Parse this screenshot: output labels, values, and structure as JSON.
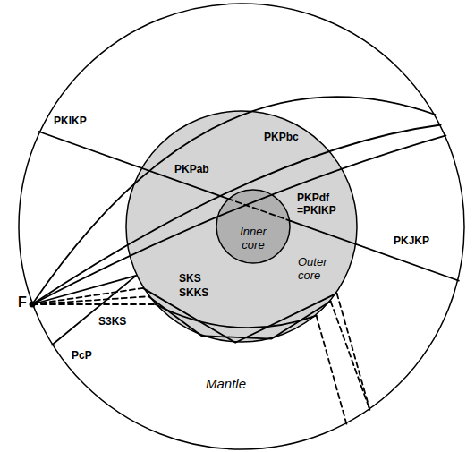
{
  "diagram": {
    "nodes": [
      {
        "text": [
          "Mantle"
        ]
      },
      {
        "text": [
          "Outer core"
        ],
        "in": 0
      },
      {
        "text": [
          "Inner core"
        ],
        "in": 1
      }
    ],
    "labels": [
      "F",
      "PKIKP",
      "PKPab",
      "PKPbc",
      "PKPdf =PKIKP",
      "PKJKP",
      "SKS",
      "SKKS",
      "S3KS",
      "PcP"
    ]
  }
}
